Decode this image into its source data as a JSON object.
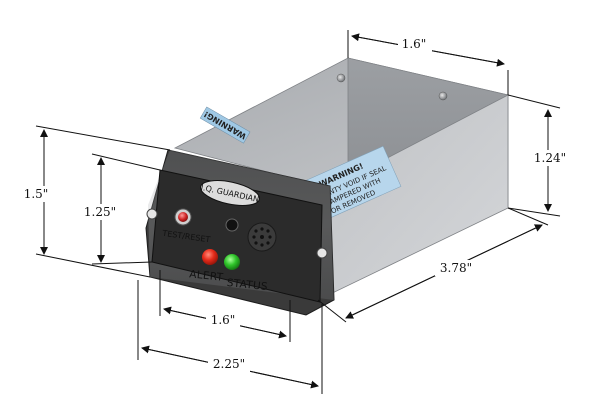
{
  "device": {
    "brand_label": "I.Q. GUARDIAN",
    "test_reset_label": "TEST/RESET",
    "alert_label": "ALERT",
    "status_label": "STATUS",
    "warning_top": "WARNING!",
    "warning_side_title": "WARNING!",
    "warning_side_line1": "WARRANTY VOID IF SEAL",
    "warning_side_line2": "IS TAMPERED WITH",
    "warning_side_line3": "OR REMOVED",
    "alert_led_color": "#e52b1a",
    "status_led_color": "#2fc42a",
    "test_button_color": "#cc2020",
    "body_color": "#b9bbbe",
    "face_color": "#2b2b2b"
  },
  "dimensions": {
    "top_depth": "1.6\"",
    "right_height": "1.24\"",
    "length": "3.78\"",
    "bezel_height": "1.5\"",
    "face_height": "1.25\"",
    "face_width": "1.6\"",
    "bezel_width": "2.25\""
  }
}
